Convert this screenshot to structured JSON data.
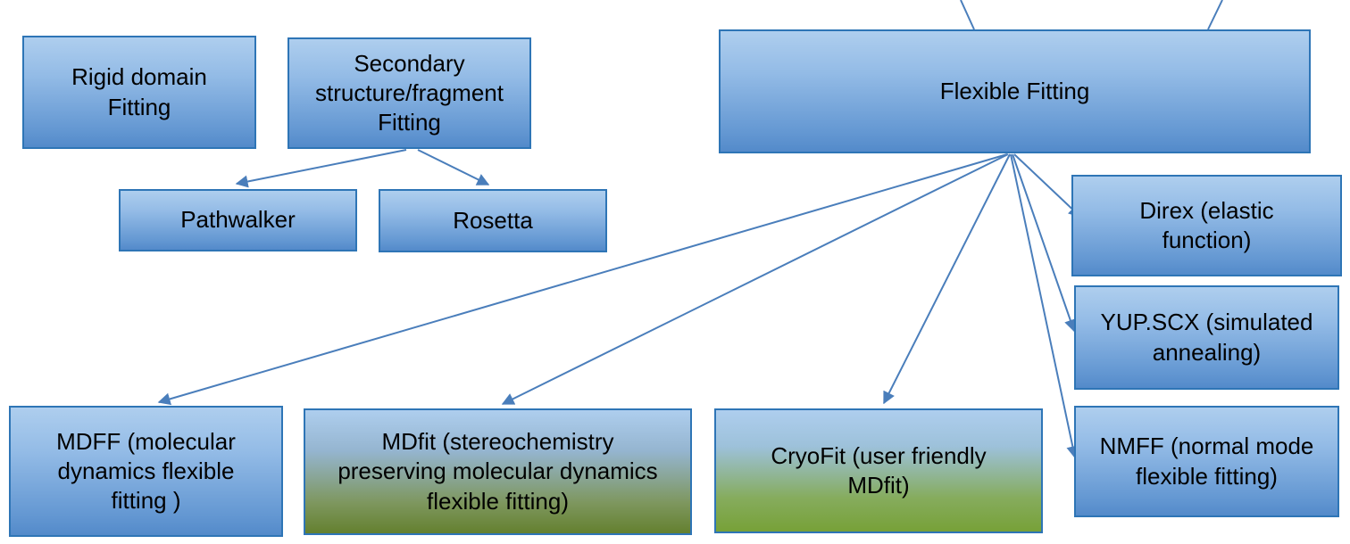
{
  "diagram_type": "hierarchy-flowchart",
  "colors": {
    "background": "#ffffff",
    "box_border": "#2e75b6",
    "box_blue_top": "#aeceee",
    "box_blue_bottom": "#538aca",
    "box_green_bottom_dark": "#64802f",
    "box_green_bottom": "#77a138",
    "arrow": "#4a7ebb",
    "text": "#000000"
  },
  "boxes": [
    {
      "name": "rigid-domain-fitting",
      "label": "Rigid domain Fitting",
      "lines": [
        "Rigid domain",
        "Fitting"
      ]
    },
    {
      "name": "secondary-structure-fragment-fitting",
      "label": "Secondary structure/fragment Fitting",
      "lines": [
        "Secondary",
        "structure/fragment",
        "Fitting"
      ]
    },
    {
      "name": "flexible-fitting",
      "label": "Flexible Fitting",
      "lines": [
        "Flexible Fitting"
      ]
    },
    {
      "name": "pathwalker",
      "label": "Pathwalker",
      "lines": [
        "Pathwalker"
      ]
    },
    {
      "name": "rosetta",
      "label": "Rosetta",
      "lines": [
        "Rosetta"
      ]
    },
    {
      "name": "direx",
      "label": "Direx (elastic function)",
      "lines": [
        "Direx (elastic",
        "function)"
      ]
    },
    {
      "name": "yup-scx",
      "label": "YUP.SCX (simulated annealing)",
      "lines": [
        "YUP.SCX (simulated",
        "annealing)"
      ]
    },
    {
      "name": "nmff",
      "label": "NMFF (normal mode flexible fitting)",
      "lines": [
        "NMFF (normal mode",
        "flexible fitting)"
      ]
    },
    {
      "name": "mdff",
      "label": "MDFF (molecular dynamics flexible fitting )",
      "lines": [
        "MDFF (molecular",
        "dynamics flexible",
        "fitting )"
      ]
    },
    {
      "name": "mdfit",
      "label": "MDfit (stereochemistry preserving molecular dynamics flexible fitting)",
      "lines": [
        "MDfit (stereochemistry",
        "preserving molecular dynamics",
        "flexible fitting)"
      ]
    },
    {
      "name": "cryofit",
      "label": "CryoFit (user friendly MDfit)",
      "lines": [
        "CryoFit (user friendly",
        "MDfit)"
      ]
    }
  ],
  "edges": [
    {
      "from": "secondary-structure-fragment-fitting",
      "to": "pathwalker"
    },
    {
      "from": "secondary-structure-fragment-fitting",
      "to": "rosetta"
    },
    {
      "from": "flexible-fitting",
      "to": "mdff"
    },
    {
      "from": "flexible-fitting",
      "to": "mdfit"
    },
    {
      "from": "flexible-fitting",
      "to": "cryofit"
    },
    {
      "from": "flexible-fitting",
      "to": "direx"
    },
    {
      "from": "flexible-fitting",
      "to": "yup-scx"
    },
    {
      "from": "flexible-fitting",
      "to": "nmff"
    },
    {
      "from": "offscreen-top-left",
      "to": "flexible-fitting"
    },
    {
      "from": "offscreen-top-right",
      "to": "flexible-fitting"
    }
  ]
}
